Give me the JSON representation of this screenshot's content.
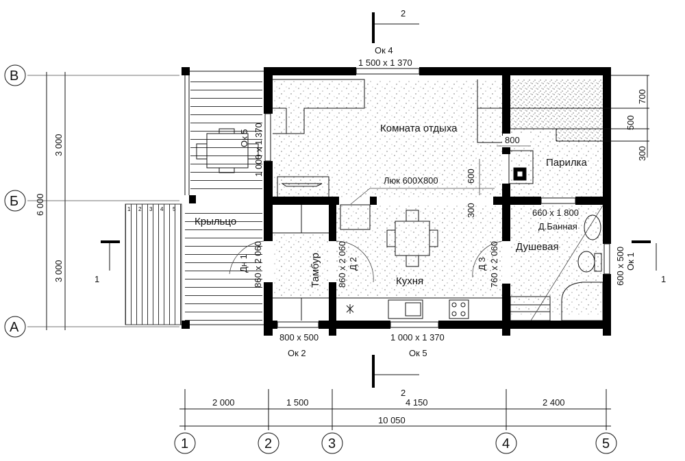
{
  "axes": {
    "rows": [
      "В",
      "Б",
      "А"
    ],
    "columns": [
      "1",
      "2",
      "3",
      "4",
      "5"
    ]
  },
  "dimensions": {
    "left_upper": "3 000",
    "left_lower": "3 000",
    "left_total": "6 000",
    "bottom_1_2": "2 000",
    "bottom_2_3": "1 500",
    "bottom_3_4": "4 150",
    "bottom_4_5": "2 400",
    "bottom_total": "10 050",
    "right_700": "700",
    "right_500": "500",
    "right_300": "300",
    "stove_width": "800",
    "stove_600": "600",
    "stove_300": "300"
  },
  "sections": {
    "sec1_left": "1",
    "sec1_right": "1",
    "sec2_top": "2",
    "sec2_bottom": "2"
  },
  "rooms": {
    "rest": "Комната отдыха",
    "steam": "Парилка",
    "porch": "Крыльцо",
    "vestibule": "Тамбур",
    "kitchen": "Кухня",
    "shower": "Душевая"
  },
  "openings": {
    "ok4_label": "Ок 4",
    "ok4_size": "1 500 x 1 370",
    "ok5_left_label": "Ок 5",
    "ok5_left_size": "1 000 x 1 370",
    "ok2_size": "800 x 500",
    "ok2_label": "Ок 2",
    "ok5_size": "1 000 x 1 370",
    "ok5_label": "Ок 5",
    "ok1_size": "600 x 500",
    "ok1_label": "Ок 1",
    "hatch": "Люк   600X800",
    "dn1_label": "Дн 1",
    "dn1_size": "860 x 2 060",
    "d2_label": "Д 2",
    "d2_size": "860 x 2 060",
    "d3_label": "Д 3",
    "d3_size": "760 x 2 060",
    "bath_door_size": "660 x 1 800",
    "bath_door_label": "Д.Банная"
  },
  "stairs_steps": [
    "1",
    "2",
    "3",
    "4",
    "5"
  ]
}
